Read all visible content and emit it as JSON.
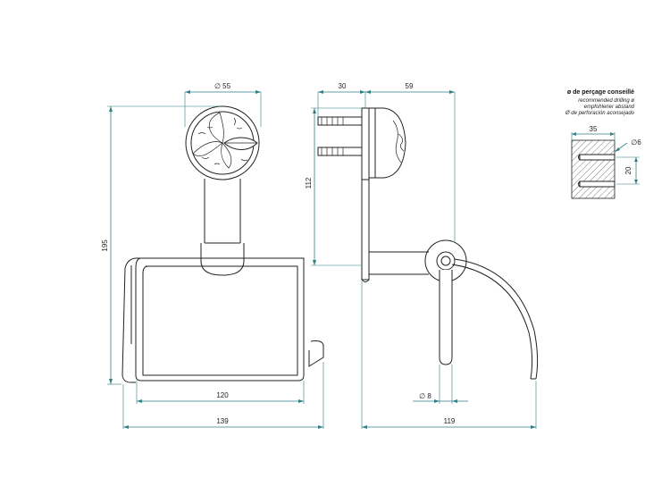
{
  "colors": {
    "dimension": "#2f7f86",
    "outline": "#222222",
    "background": "#ffffff"
  },
  "front_view": {
    "dim_rosette_diameter": "∅ 55",
    "dim_total_height": "195",
    "dim_cover_width": "120",
    "dim_total_width": "139"
  },
  "side_view": {
    "dim_projection_short": "30",
    "dim_projection_long": "59",
    "dim_height_112": "112",
    "dim_rod_diameter": "∅ 8",
    "dim_total_depth": "119"
  },
  "drilling_note": {
    "title": "ø de perçage conseillé",
    "lines": [
      "recommended drilling ø",
      "empfohlener abstand",
      "Ø de perforación aconsejado"
    ],
    "dim_width": "35",
    "dim_hole": "∅6",
    "dim_height": "20"
  }
}
